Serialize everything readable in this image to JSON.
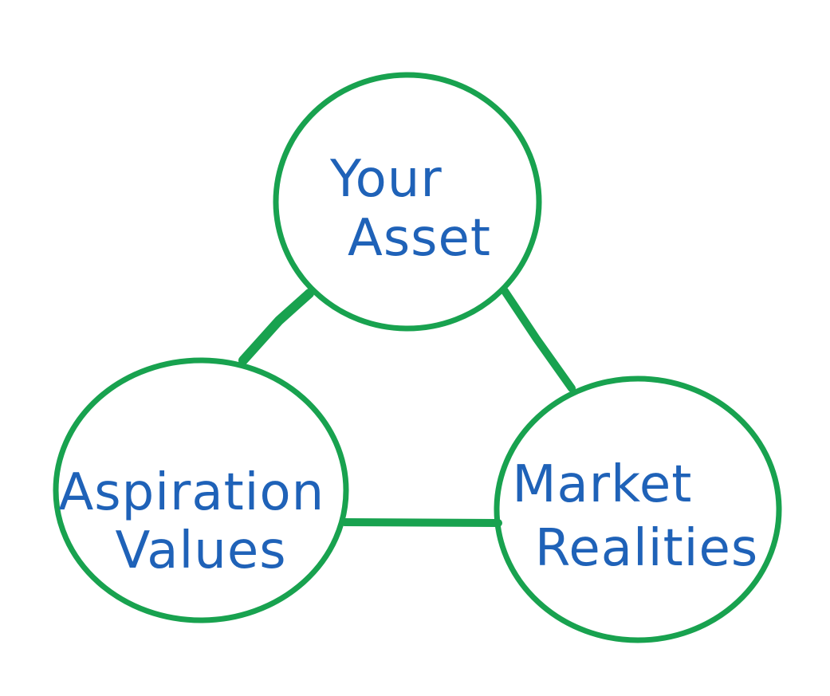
{
  "diagram": {
    "nodes": [
      {
        "id": "your-asset",
        "lines": [
          "Your",
          "Asset"
        ]
      },
      {
        "id": "aspiration-values",
        "lines": [
          "Aspiration",
          "Values"
        ]
      },
      {
        "id": "market-realities",
        "lines": [
          "Market",
          "Realities"
        ]
      }
    ],
    "edges": [
      {
        "from": "your-asset",
        "to": "aspiration-values"
      },
      {
        "from": "your-asset",
        "to": "market-realities"
      },
      {
        "from": "aspiration-values",
        "to": "market-realities"
      }
    ],
    "colors": {
      "circle_stroke": "#18a24f",
      "text": "#1f62b8",
      "background": "#ffffff"
    }
  }
}
